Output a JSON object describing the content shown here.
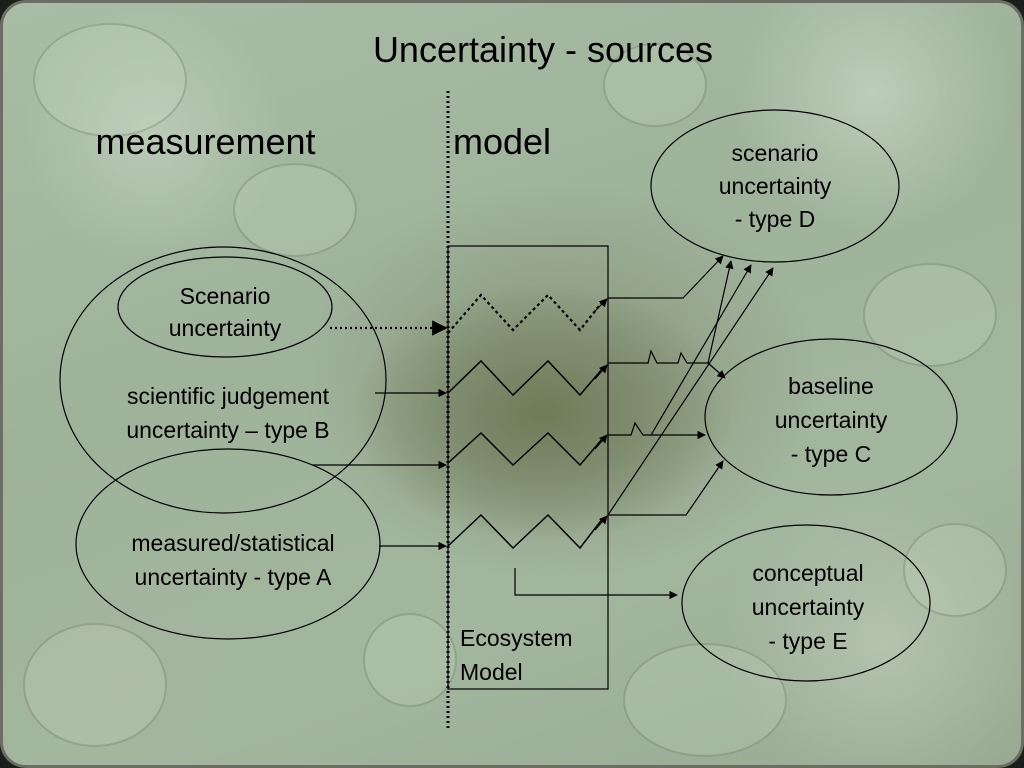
{
  "title": "Uncertainty - sources",
  "headers": {
    "measurement": "measurement",
    "model": "model"
  },
  "nodes": {
    "scenario_inner": [
      "Scenario",
      "uncertainty"
    ],
    "scientific_judgement": [
      "scientific judgement",
      "uncertainty – type B"
    ],
    "measured_statistical": [
      "measured/statistical",
      "uncertainty - type A"
    ],
    "ecosystem_model": [
      "Ecosystem",
      "Model"
    ],
    "scenario_type_d": [
      "scenario",
      "uncertainty",
      "- type D"
    ],
    "baseline_type_c": [
      "baseline",
      "uncertainty",
      "- type C"
    ],
    "conceptual_type_e": [
      "conceptual",
      "uncertainty",
      "- type E"
    ]
  },
  "colors": {
    "line": "#000000",
    "text": "#000000"
  }
}
